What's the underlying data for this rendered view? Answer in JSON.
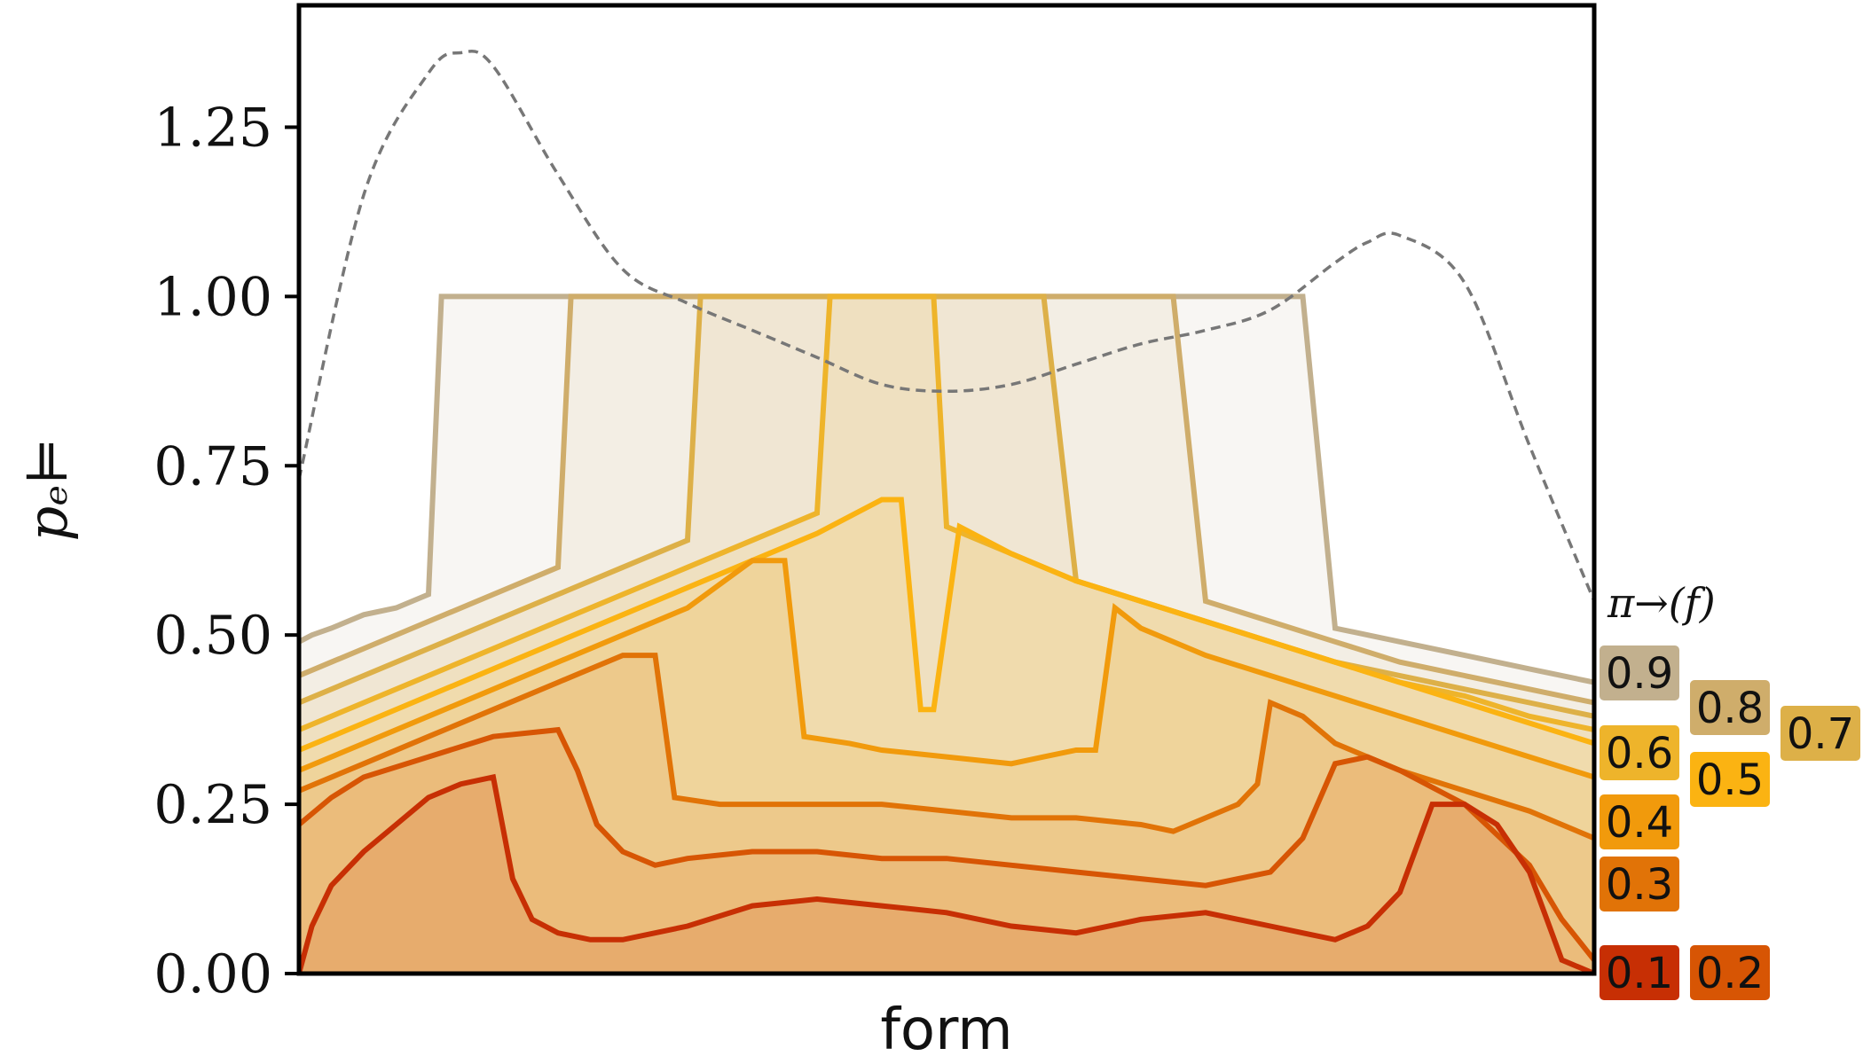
{
  "chart_data": {
    "type": "area",
    "xlabel": "form",
    "ylabel": "pₑ⊨",
    "ylim": [
      0,
      1.43
    ],
    "yticks": [
      "0.00",
      "0.25",
      "0.50",
      "0.75",
      "1.00",
      "1.25"
    ],
    "ytick_values": [
      0,
      0.25,
      0.5,
      0.75,
      1.0,
      1.25
    ],
    "legend_title": "π→(f)",
    "legend": [
      {
        "label": "0.9",
        "color": "#c2b08e"
      },
      {
        "label": "0.8",
        "color": "#cfad6b"
      },
      {
        "label": "0.7",
        "color": "#ddb048"
      },
      {
        "label": "0.6",
        "color": "#eeb42b"
      },
      {
        "label": "0.5",
        "color": "#fbb312"
      },
      {
        "label": "0.4",
        "color": "#f19a0c"
      },
      {
        "label": "0.3",
        "color": "#e17307"
      },
      {
        "label": "0.2",
        "color": "#d75504"
      },
      {
        "label": "0.1",
        "color": "#c72f04"
      }
    ],
    "series": [
      {
        "name": "0.9",
        "x": [
          0,
          0.2,
          0.5,
          1,
          1.5,
          2,
          2.2,
          2.2,
          15.5,
          15.5,
          16,
          17,
          18,
          19,
          20,
          20,
          20
        ],
        "y": [
          0.49,
          0.5,
          0.51,
          0.53,
          0.54,
          0.56,
          1.0,
          1.0,
          1.0,
          1.0,
          0.51,
          0.49,
          0.47,
          0.45,
          0.43,
          0.43,
          0.43
        ]
      },
      {
        "name": "0.8",
        "x": [
          0,
          0.5,
          1,
          2,
          3,
          4,
          4.2,
          4.2,
          13.5,
          13.5,
          14,
          15,
          16,
          17,
          18,
          19,
          20
        ],
        "y": [
          0.44,
          0.46,
          0.48,
          0.52,
          0.56,
          0.6,
          1.0,
          1.0,
          1.0,
          1.0,
          0.55,
          0.52,
          0.49,
          0.46,
          0.44,
          0.42,
          0.4
        ]
      },
      {
        "name": "0.7",
        "x": [
          0,
          1,
          2,
          3,
          4,
          5,
          6,
          6.2,
          11.5,
          11.5,
          12,
          13,
          14,
          15,
          16,
          17,
          18,
          19,
          20
        ],
        "y": [
          0.4,
          0.44,
          0.48,
          0.52,
          0.56,
          0.6,
          0.64,
          1.0,
          1.0,
          1.0,
          0.58,
          0.55,
          0.52,
          0.49,
          0.46,
          0.44,
          0.42,
          0.4,
          0.38
        ]
      },
      {
        "name": "0.6",
        "x": [
          0,
          1,
          2,
          3,
          4,
          5,
          6,
          7,
          8,
          8.2,
          9.8,
          10,
          11,
          12,
          13,
          14,
          15,
          16,
          17,
          18,
          19,
          20
        ],
        "y": [
          0.36,
          0.4,
          0.44,
          0.48,
          0.52,
          0.56,
          0.6,
          0.64,
          0.68,
          1.0,
          1.0,
          0.66,
          0.62,
          0.58,
          0.55,
          0.52,
          0.49,
          0.46,
          0.43,
          0.41,
          0.38,
          0.36
        ]
      },
      {
        "name": "0.5",
        "x": [
          0,
          1,
          2,
          3,
          4,
          5,
          6,
          7,
          8,
          9,
          9.3,
          9.6,
          9.8,
          10.2,
          11,
          12,
          13,
          14,
          15,
          16,
          17,
          18,
          19,
          20
        ],
        "y": [
          0.33,
          0.37,
          0.41,
          0.45,
          0.49,
          0.53,
          0.57,
          0.61,
          0.65,
          0.7,
          0.7,
          0.39,
          0.39,
          0.66,
          0.62,
          0.58,
          0.55,
          0.52,
          0.49,
          0.46,
          0.43,
          0.4,
          0.37,
          0.34
        ]
      },
      {
        "name": "0.4",
        "x": [
          0,
          1,
          2,
          3,
          4,
          5,
          6,
          7,
          7.5,
          7.8,
          8.5,
          9,
          10,
          11,
          11.5,
          12,
          12.3,
          12.6,
          13,
          14,
          15,
          16,
          17,
          18,
          19,
          20
        ],
        "y": [
          0.3,
          0.34,
          0.38,
          0.42,
          0.46,
          0.5,
          0.54,
          0.61,
          0.61,
          0.35,
          0.34,
          0.33,
          0.32,
          0.31,
          0.32,
          0.33,
          0.33,
          0.54,
          0.51,
          0.47,
          0.44,
          0.41,
          0.38,
          0.35,
          0.32,
          0.29
        ]
      },
      {
        "name": "0.3",
        "x": [
          0,
          1,
          2,
          3,
          4,
          5,
          5.5,
          5.8,
          6.5,
          7,
          8,
          9,
          10,
          11,
          12,
          13,
          13.5,
          14,
          14.5,
          14.8,
          15,
          15.5,
          16,
          17,
          18,
          19,
          20
        ],
        "y": [
          0.27,
          0.31,
          0.35,
          0.39,
          0.43,
          0.47,
          0.47,
          0.26,
          0.25,
          0.25,
          0.25,
          0.25,
          0.24,
          0.23,
          0.23,
          0.22,
          0.21,
          0.23,
          0.25,
          0.28,
          0.4,
          0.38,
          0.34,
          0.3,
          0.27,
          0.24,
          0.2
        ]
      },
      {
        "name": "0.2",
        "x": [
          0,
          0.5,
          1,
          2,
          3,
          4,
          4.3,
          4.6,
          5,
          5.5,
          6,
          7,
          8,
          9,
          10,
          11,
          12,
          13,
          14,
          15,
          15.5,
          16,
          16.5,
          17,
          18,
          19,
          19.5,
          20
        ],
        "y": [
          0.22,
          0.26,
          0.29,
          0.32,
          0.35,
          0.36,
          0.3,
          0.22,
          0.18,
          0.16,
          0.17,
          0.18,
          0.18,
          0.17,
          0.17,
          0.16,
          0.15,
          0.14,
          0.13,
          0.15,
          0.2,
          0.31,
          0.32,
          0.3,
          0.25,
          0.16,
          0.08,
          0.02
        ]
      },
      {
        "name": "0.1",
        "x": [
          0,
          0.2,
          0.5,
          1,
          1.5,
          2,
          2.5,
          3,
          3.3,
          3.6,
          4,
          4.5,
          5,
          6,
          7,
          8,
          9,
          10,
          11,
          12,
          13,
          14,
          15,
          15.5,
          16,
          16.5,
          17,
          17.5,
          18,
          18.5,
          19,
          19.5,
          20
        ],
        "y": [
          0.0,
          0.07,
          0.13,
          0.18,
          0.22,
          0.26,
          0.28,
          0.29,
          0.14,
          0.08,
          0.06,
          0.05,
          0.05,
          0.07,
          0.1,
          0.11,
          0.1,
          0.09,
          0.07,
          0.06,
          0.08,
          0.09,
          0.07,
          0.06,
          0.05,
          0.07,
          0.12,
          0.25,
          0.25,
          0.22,
          0.15,
          0.02,
          0.0
        ]
      }
    ],
    "overlay": {
      "style": "dashed",
      "x": [
        0,
        1,
        2,
        2.5,
        3,
        4,
        5,
        6,
        7,
        8,
        9,
        10,
        11,
        12,
        13,
        14,
        15,
        16,
        16.5,
        17,
        18,
        19,
        20
      ],
      "y": [
        0.73,
        1.15,
        1.33,
        1.36,
        1.34,
        1.18,
        1.04,
        0.99,
        0.95,
        0.91,
        0.87,
        0.86,
        0.87,
        0.9,
        0.93,
        0.95,
        0.98,
        1.05,
        1.08,
        1.09,
        1.02,
        0.78,
        0.55
      ]
    }
  }
}
